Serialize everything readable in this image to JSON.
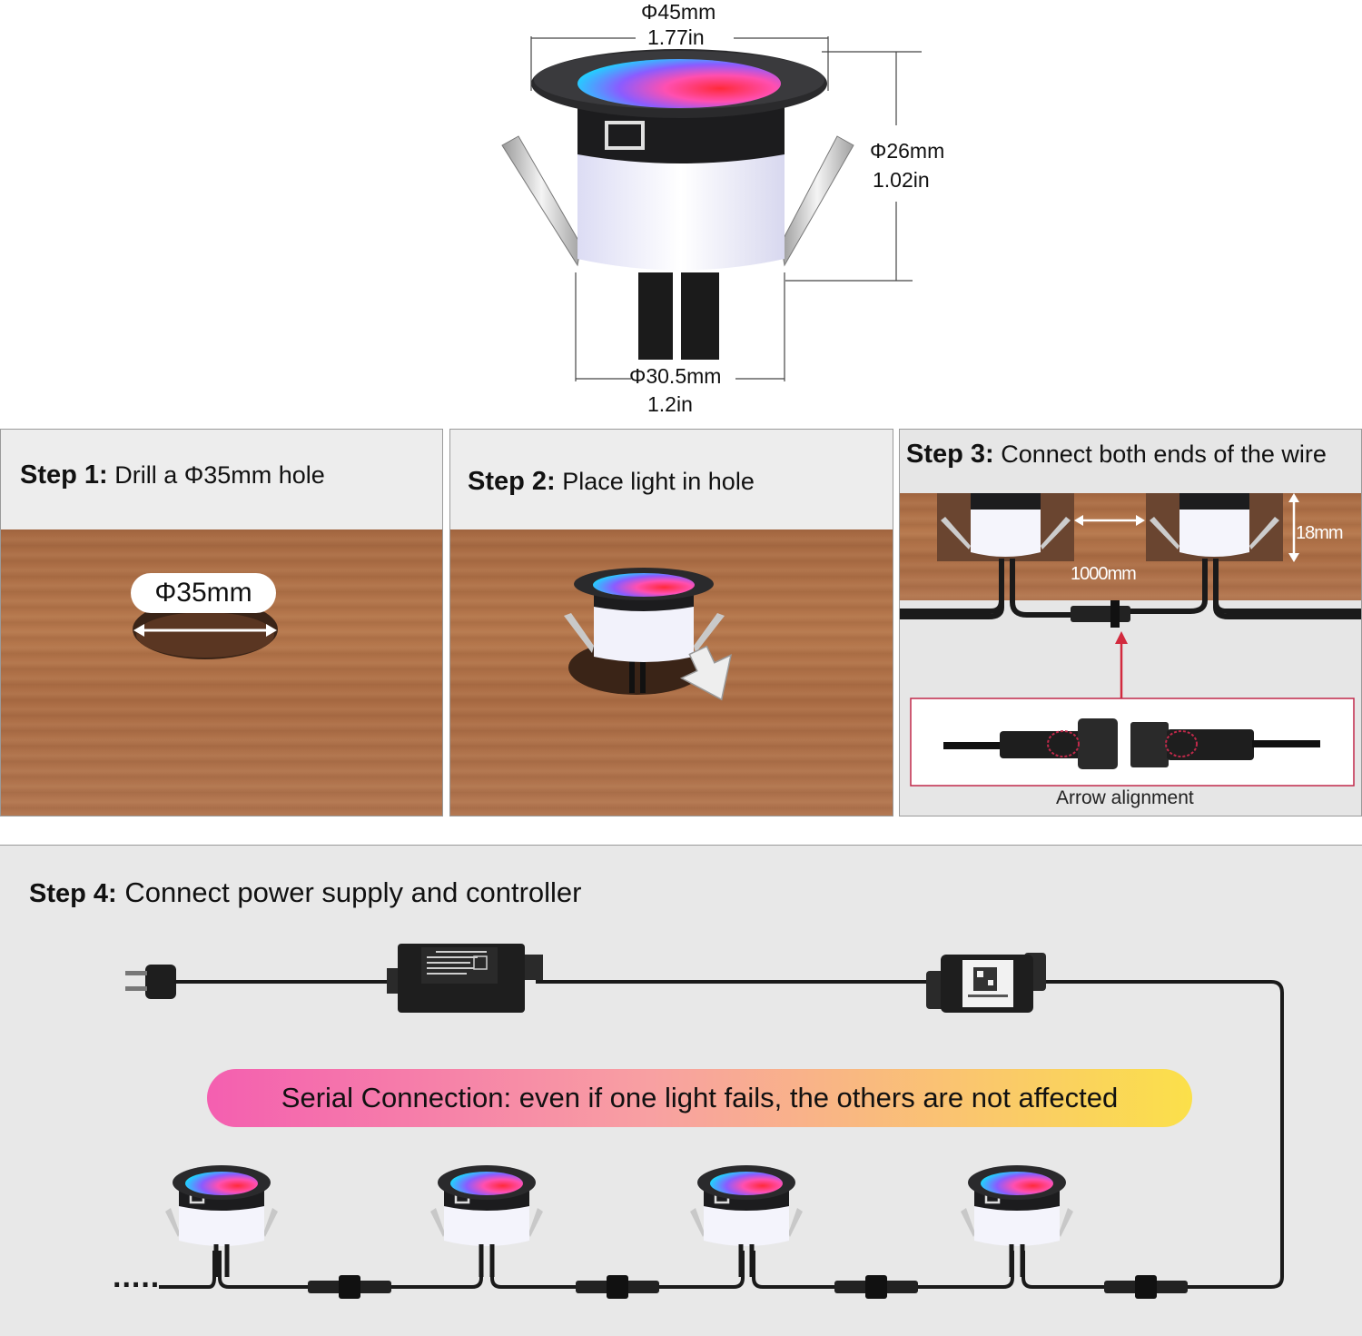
{
  "dimensions": {
    "top_diameter_mm": "Φ45mm",
    "top_diameter_in": "1.77in",
    "height_mm": "Φ26mm",
    "height_in": "1.02in",
    "body_diameter_mm": "Φ30.5mm",
    "body_diameter_in": "1.2in"
  },
  "step1": {
    "label": "Step 1:",
    "text": "Drill a Φ35mm  hole",
    "badge": "Φ35mm"
  },
  "step2": {
    "label": "Step 2:",
    "text": "Place light in hole"
  },
  "step3": {
    "label": "Step 3:",
    "text": "Connect both ends of the wire",
    "spacing": "1000mm",
    "depth": "18mm",
    "caption": "Arrow alignment"
  },
  "step4": {
    "label": "Step 4:",
    "text": "Connect power supply and controller",
    "banner": "Serial Connection: even if one light fails, the others are not affected",
    "continuation": "....."
  },
  "colors": {
    "banner_start": "#f45fb0",
    "banner_end": "#fbe04a",
    "highlight_box": "#c0294a"
  }
}
